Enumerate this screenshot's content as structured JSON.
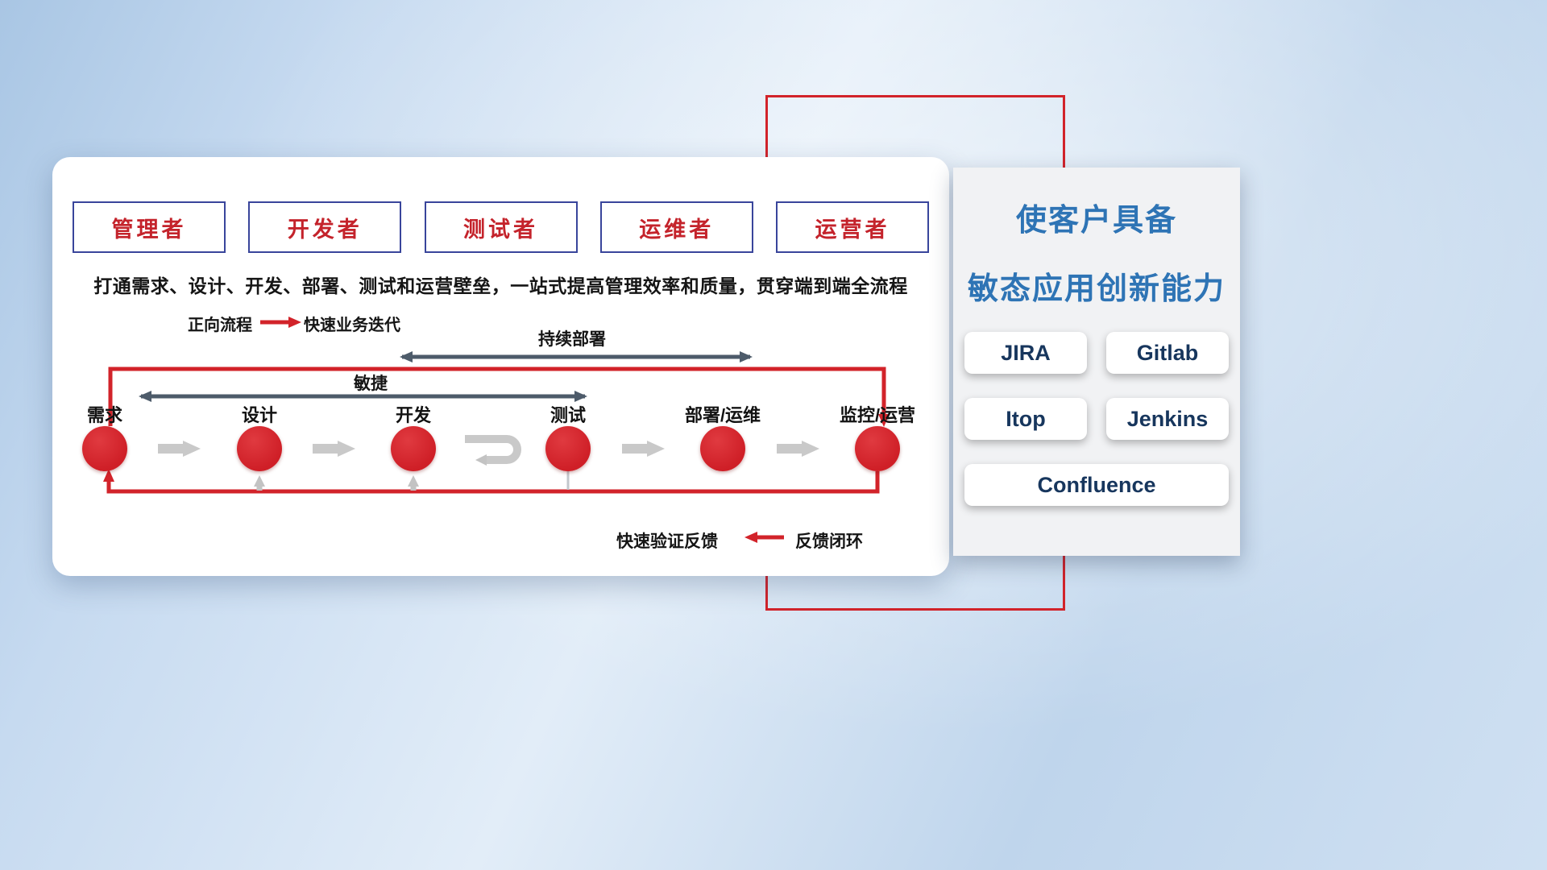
{
  "roles": [
    {
      "label": "管理者"
    },
    {
      "label": "开发者"
    },
    {
      "label": "测试者"
    },
    {
      "label": "运维者"
    },
    {
      "label": "运营者"
    }
  ],
  "description": "打通需求、设计、开发、部署、测试和运营壁垒，一站式提高管理效率和质量，贯穿端到端全流程",
  "legend_forward": {
    "label": "正向流程",
    "value": "快速业务迭代"
  },
  "flow": {
    "continuous_deploy_label": "持续部署",
    "agile_label": "敏捷",
    "steps": [
      "需求",
      "设计",
      "开发",
      "测试",
      "部署/运维",
      "监控/运营"
    ]
  },
  "legend_feedback": {
    "label": "快速验证反馈",
    "value": "反馈闭环"
  },
  "right_panel": {
    "title_line1": "使客户具备",
    "title_line2": "敏态应用创新能力",
    "tools": [
      "JIRA",
      "Gitlab",
      "Itop",
      "Jenkins",
      "Confluence"
    ]
  },
  "colors": {
    "accent_red": "#d2232a",
    "dark_arrow": "#4d5b6a",
    "light_arrow": "#c9c9c9",
    "title_blue": "#2e74b5",
    "tool_text_navy": "#17365d",
    "role_text_red": "#c4232b",
    "role_border_navy": "#39459b"
  }
}
